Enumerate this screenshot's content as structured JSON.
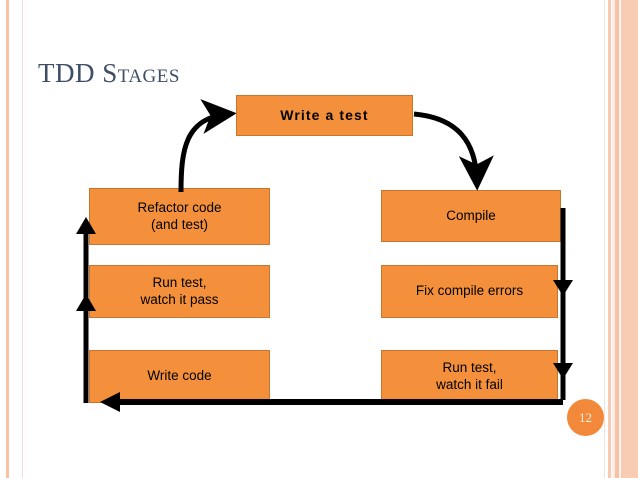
{
  "slide": {
    "title": "TDD Stages",
    "page_number": "12",
    "background_color": "#ffffff",
    "accent_color": "#f4903b",
    "title_color": "#3f4e66",
    "edge_band_color": "#f8cbb3"
  },
  "diagram": {
    "type": "cycle-flowchart",
    "top_node": {
      "id": "write-a-test",
      "label": "Write a test"
    },
    "left_column": [
      {
        "id": "refactor-code",
        "label": "Refactor code\n(and test)",
        "line1": "Refactor code",
        "line2": "(and test)"
      },
      {
        "id": "run-test-watch-pass",
        "label": "Run test,\nwatch it pass",
        "line1": "Run test,",
        "line2": "watch it pass"
      },
      {
        "id": "write-code",
        "label": "Write code",
        "line1": "Write code",
        "line2": ""
      }
    ],
    "right_column": [
      {
        "id": "compile",
        "label": "Compile",
        "line1": "Compile",
        "line2": ""
      },
      {
        "id": "fix-compile-errors",
        "label": "Fix compile errors",
        "line1": "Fix compile errors",
        "line2": ""
      },
      {
        "id": "run-test-watch-fail",
        "label": "Run test,\nwatch it fail",
        "line1": "Run test,",
        "line2": "watch it fail"
      }
    ],
    "connectors": [
      {
        "id": "refactor-to-write-a-test",
        "kind": "curve",
        "from": "refactor-code",
        "to": "write-a-test"
      },
      {
        "id": "write-a-test-to-compile",
        "kind": "curve",
        "from": "write-a-test",
        "to": "compile"
      },
      {
        "id": "compile-to-fix-errors",
        "kind": "straight-down",
        "from": "compile",
        "to": "fix-compile-errors"
      },
      {
        "id": "fix-errors-to-run-fail",
        "kind": "straight-down",
        "from": "fix-compile-errors",
        "to": "run-test-watch-fail"
      },
      {
        "id": "run-fail-to-write-code",
        "kind": "straight-left",
        "from": "run-test-watch-fail",
        "to": "write-code"
      },
      {
        "id": "write-code-to-run-pass",
        "kind": "straight-up",
        "from": "write-code",
        "to": "run-test-watch-pass"
      },
      {
        "id": "run-pass-to-refactor",
        "kind": "straight-up",
        "from": "run-test-watch-pass",
        "to": "refactor-code"
      }
    ]
  }
}
